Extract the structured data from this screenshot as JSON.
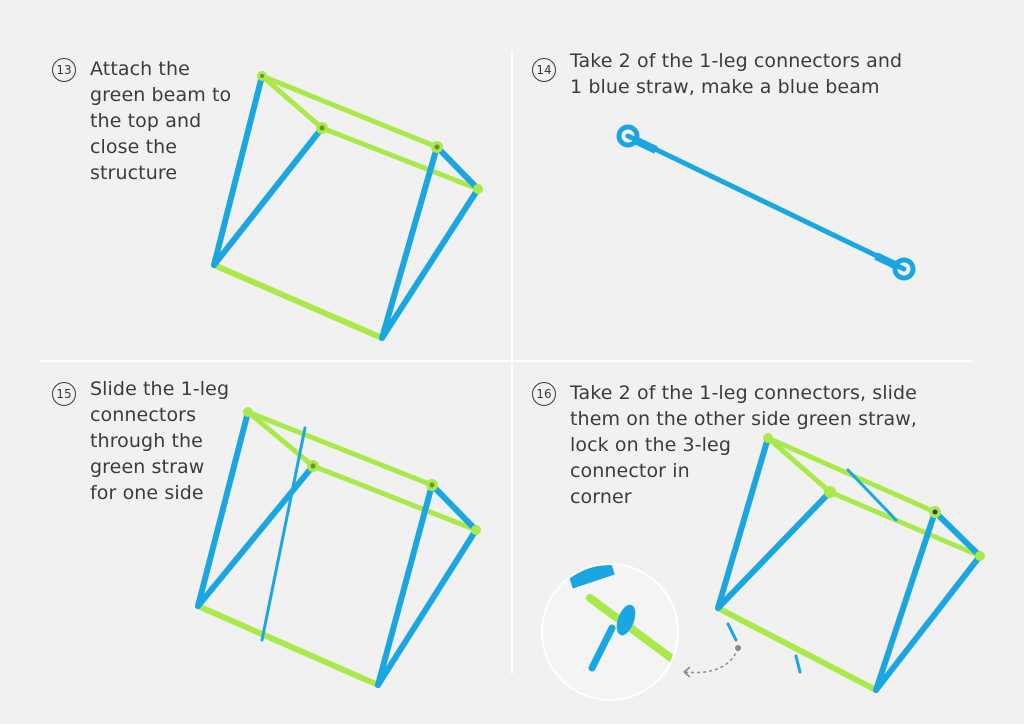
{
  "steps": [
    {
      "number": "13",
      "text": "Attach the\ngreen beam to\nthe top and\nclose the\nstructure"
    },
    {
      "number": "14",
      "text": "Take 2 of the 1-leg connectors and\n1 blue straw, make a blue beam"
    },
    {
      "number": "15",
      "text": "Slide the 1-leg\nconnectors\nthrough the\ngreen straw\nfor one side"
    },
    {
      "number": "16",
      "text": "Take 2 of the 1-leg connectors, slide\nthem on the other side green straw,\nlock on the 3-leg\nconnector in\ncorner"
    }
  ],
  "colors": {
    "blue": "#1aa6e0",
    "green": "#a9ea4a",
    "background": "#f1f1f1",
    "text": "#3b3b3b"
  }
}
